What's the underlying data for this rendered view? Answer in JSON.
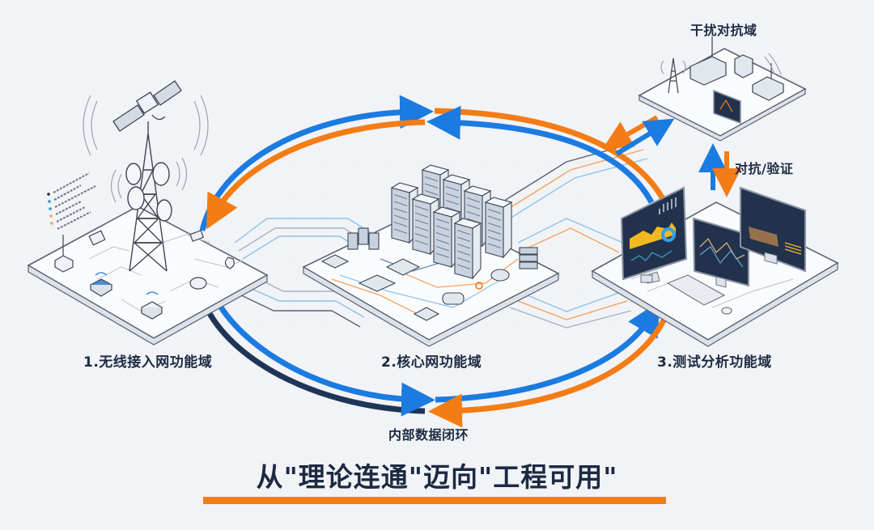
{
  "colors": {
    "background": "#f1f3f7",
    "blue": "#1b7be0",
    "orange": "#f47c14",
    "navy": "#1f3557",
    "text": "#1c2a42",
    "platform_fill": "#fafbfd",
    "platform_stroke": "#5a6270",
    "screen_dark": "#22324d"
  },
  "domains": [
    {
      "id": "wireless",
      "label": "1.无线接入网功能域",
      "icons": [
        "satellite-icon",
        "cell-tower-icon",
        "antenna-icon",
        "chip-icon",
        "wifi-module-icon",
        "sensor-icon",
        "speaker-icon"
      ]
    },
    {
      "id": "core",
      "label": "2.核心网功能域",
      "icons": [
        "server-rack-icon",
        "switch-icon",
        "router-icon",
        "storage-icon"
      ]
    },
    {
      "id": "test",
      "label": "3.测试分析功能域",
      "icons": [
        "monitor-icon",
        "keyboard-icon",
        "mouse-icon"
      ]
    },
    {
      "id": "jamming",
      "label": "干扰对抗域",
      "icons": [
        "cell-tower-icon",
        "signal-generator-icon",
        "box-device-icon",
        "router-icon",
        "monitor-icon"
      ]
    }
  ],
  "edges": {
    "adversarial_label": "对抗/验证",
    "loop_label": "内部数据闭环"
  },
  "title": {
    "text": "从\"理论连通\"迈向\"工程可用\""
  }
}
